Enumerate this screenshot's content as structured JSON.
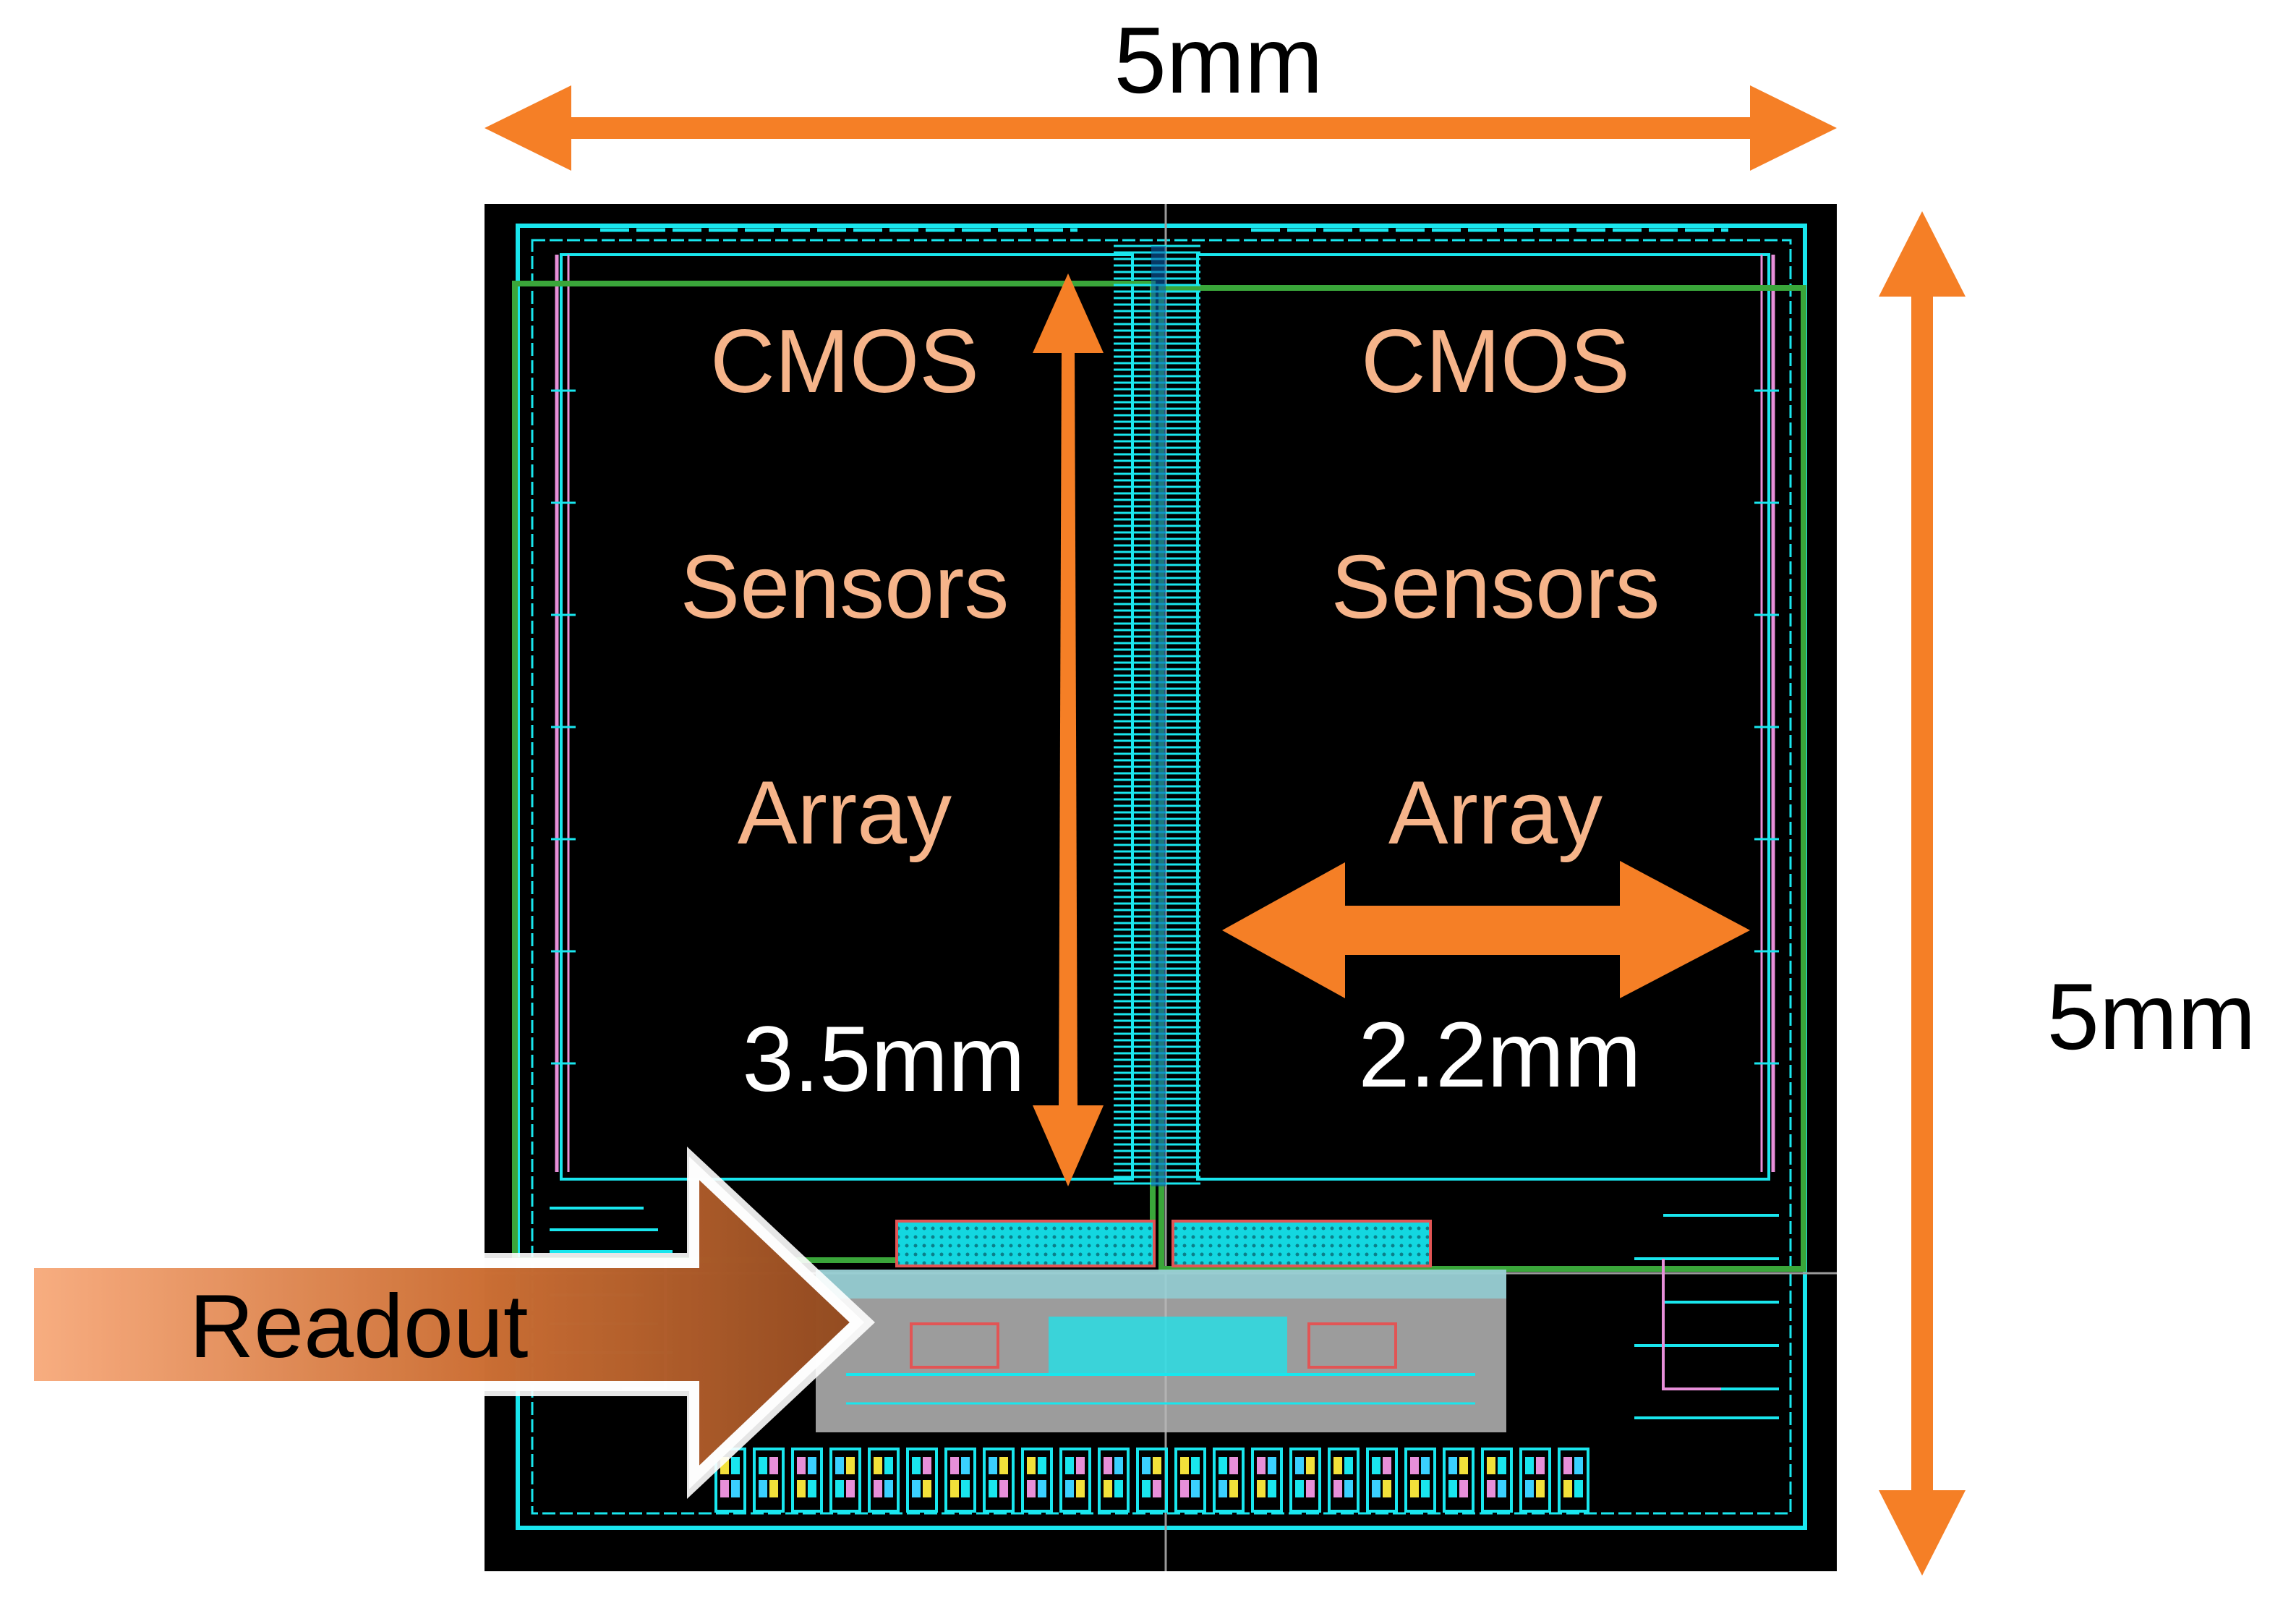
{
  "dimensions": {
    "top_width": "5mm",
    "right_height": "5mm",
    "array_height": "3.5mm",
    "array_width": "2.2mm"
  },
  "left_array": {
    "lines": [
      "CMOS",
      "Sensors",
      "Array"
    ]
  },
  "right_array": {
    "lines": [
      "CMOS",
      "Sensors",
      "Array"
    ]
  },
  "readout": {
    "label": "Readout"
  },
  "colors": {
    "arrow_orange": "#f57f26",
    "label_peach": "#f6b48a",
    "die_black": "#000000",
    "layout_cyan": "#19e6ee",
    "outline_green": "#3aa63a",
    "trace_pink": "#e78fd9",
    "readout_gray": "#b7b7b7"
  }
}
